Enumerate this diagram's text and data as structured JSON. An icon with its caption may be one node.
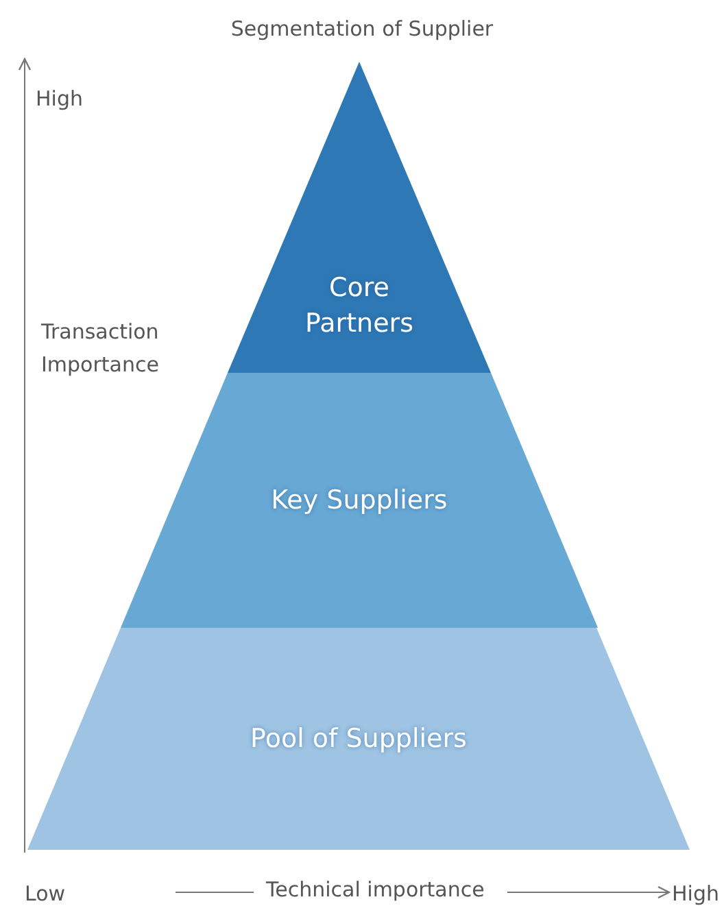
{
  "diagram": {
    "title": "Segmentation of Supplier",
    "nodes": [
      {
        "text": [
          "Core Partners"
        ]
      },
      {
        "text": [
          "Key Suppliers"
        ]
      },
      {
        "text": [
          "Pool of Suppliers"
        ]
      }
    ],
    "labels": [
      "High",
      "Transaction Importance",
      "Low",
      "Technical importance",
      "High"
    ]
  }
}
